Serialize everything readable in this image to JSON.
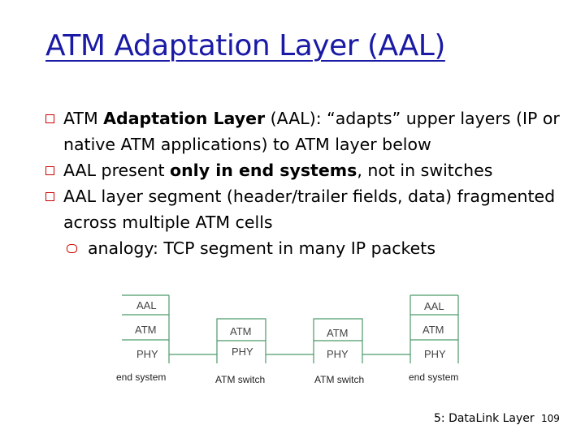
{
  "title": "ATM Adaptation Layer (AAL)",
  "bullets": {
    "b1_pre": "ATM ",
    "b1_bold": "Adaptation Layer",
    "b1_post": " (AAL): “adapts” upper layers (IP or native ATM applications)  to ATM layer below",
    "b2_pre": "AAL present ",
    "b2_bold": "only in end systems",
    "b2_post": ", not in switches",
    "b3": "AAL layer segment (header/trailer fields, data) fragmented across multiple ATM cells",
    "sub1": "analogy: TCP segment in many IP packets"
  },
  "diagram": {
    "stack1": {
      "aal": "AAL",
      "atm": "ATM",
      "phy": "PHY",
      "caption": "end system"
    },
    "stack2": {
      "atm": "ATM",
      "phy": "PHY",
      "caption": "ATM switch"
    },
    "stack3": {
      "atm": "ATM",
      "phy": "PHY",
      "caption": "ATM switch"
    },
    "stack4": {
      "aal": "AAL",
      "atm": "ATM",
      "phy": "PHY",
      "caption": "end system"
    }
  },
  "footer": {
    "chapter": "5: DataLink Layer",
    "page": "109"
  },
  "colors": {
    "title": "#1a1aa6",
    "bullet": "#d00000",
    "diagram_line": "#4c9a6a"
  }
}
